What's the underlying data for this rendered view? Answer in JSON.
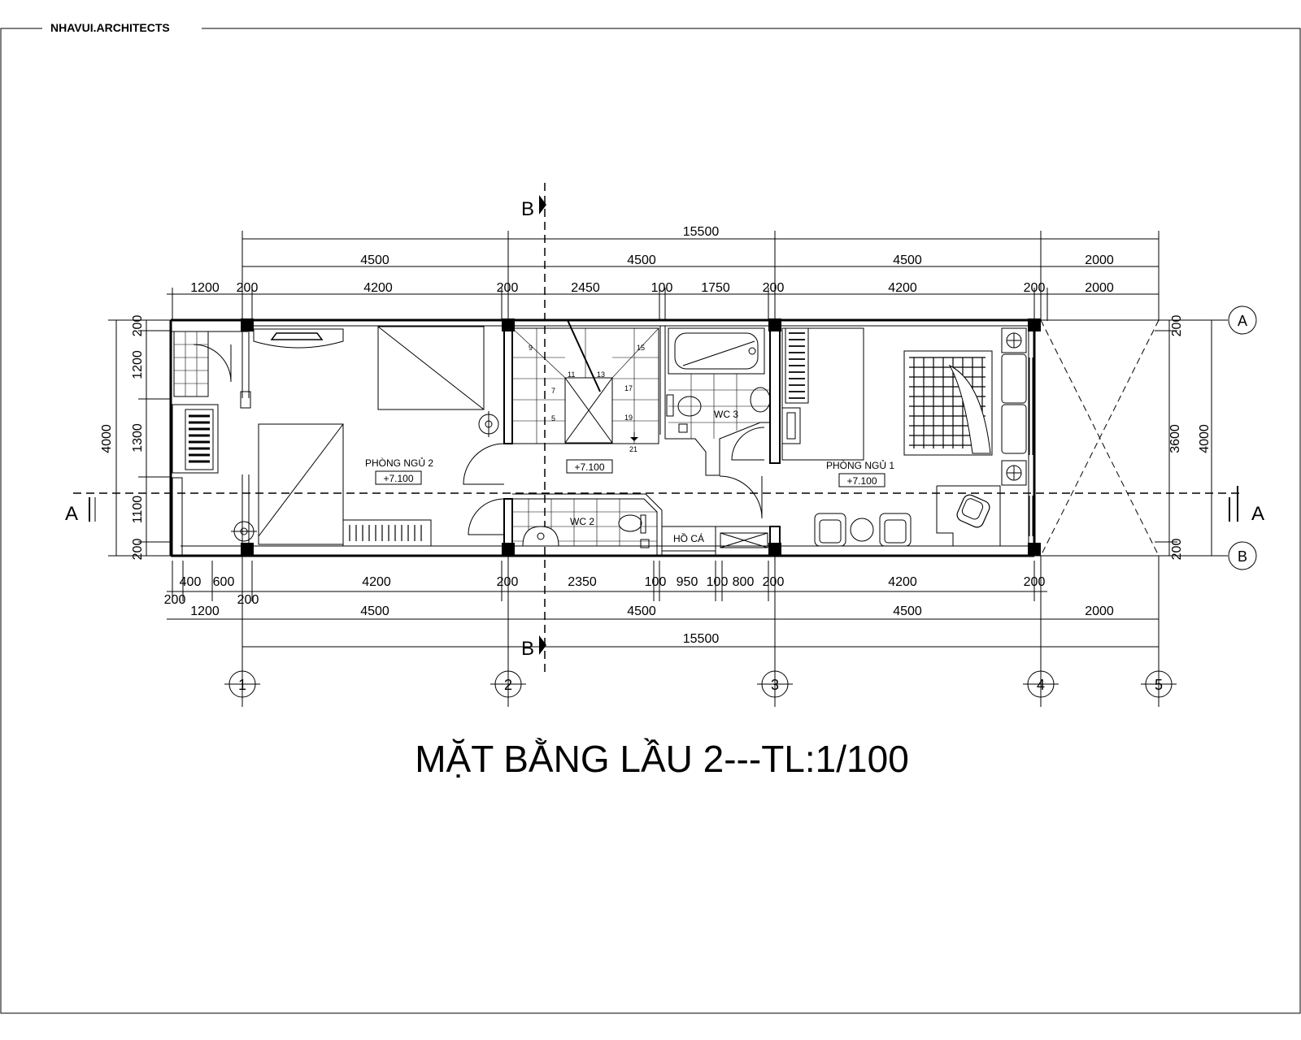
{
  "firm": "NHAVUI.ARCHITECTS",
  "title": "MẶT BẰNG LẦU 2---TL:1/100",
  "rooms": {
    "bedroom2": "PHÒNG NGỦ 2",
    "bedroom1": "PHÒNG NGỦ 1",
    "wc2": "WC 2",
    "wc3": "WC 3",
    "fish_pond": "HỒ CÁ"
  },
  "levels": {
    "bedroom2": "+7.100",
    "hall": "+7.100",
    "bedroom1": "+7.100"
  },
  "stairs": {
    "steps": [
      "9",
      "11",
      "13",
      "15",
      "7",
      "17",
      "5",
      "19",
      "21"
    ]
  },
  "grid_axes": {
    "vertical": [
      "1",
      "2",
      "3",
      "4",
      "5"
    ],
    "horizontal": [
      "A",
      "B"
    ]
  },
  "section_marks": {
    "a": "A",
    "b": "B"
  },
  "dims_top": {
    "overall": "15500",
    "bays": [
      "4500",
      "4500",
      "4500",
      "2000"
    ],
    "detail": [
      "1200",
      "200",
      "4200",
      "200",
      "2450",
      "100",
      "1750",
      "200",
      "4200",
      "200",
      "2000"
    ]
  },
  "dims_bottom": {
    "detail": [
      "400",
      "600",
      "4200",
      "200",
      "2350",
      "100",
      "950",
      "100",
      "800",
      "200",
      "4200",
      "200"
    ],
    "extra": [
      "200",
      "200"
    ],
    "bays": [
      "1200",
      "4500",
      "4500",
      "4500",
      "2000"
    ],
    "overall": "15500"
  },
  "dims_left": {
    "overall": "4000",
    "parts": [
      "200",
      "1200",
      "1300",
      "1100",
      "200"
    ]
  },
  "dims_right": {
    "overall": "4000",
    "inner": "3600",
    "parts": [
      "200",
      "200"
    ]
  }
}
